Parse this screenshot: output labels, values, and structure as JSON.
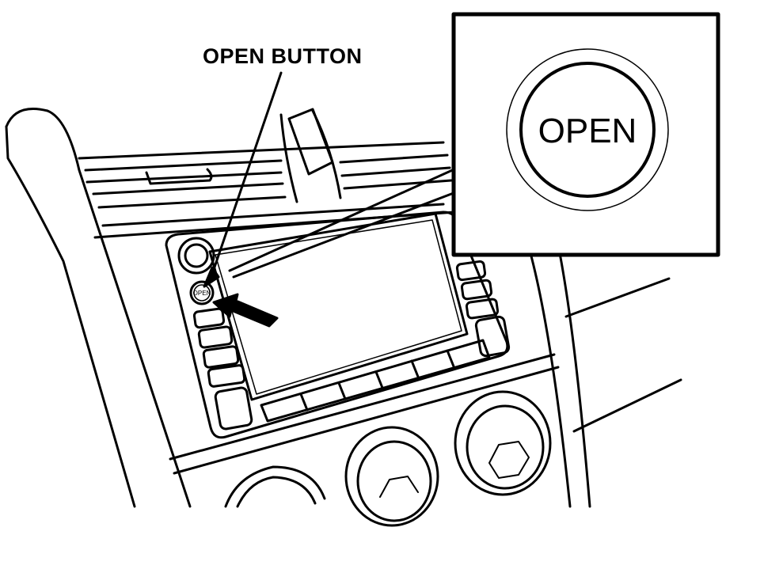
{
  "callout": {
    "title": "OPEN BUTTON"
  },
  "zoom": {
    "button_label": "OPEN"
  },
  "unit": {
    "button_label": "OPEN"
  },
  "colors": {
    "line": "#000000",
    "background": "#ffffff"
  }
}
